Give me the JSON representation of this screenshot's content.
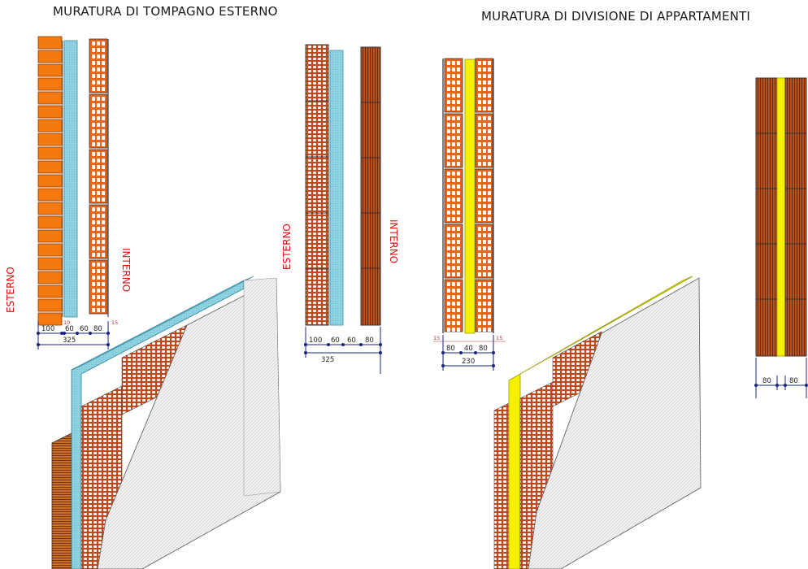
{
  "titles": {
    "left": "MURATURA DI TOMPAGNO ESTERNO",
    "right": "MURATURA DI DIVISIONE DI APPARTAMENTI"
  },
  "labels": {
    "esterno": "ESTERNO",
    "interno": "INTERNO"
  },
  "tompagno_a": {
    "dims": [
      "100",
      "10",
      "60",
      "60",
      "80",
      "15"
    ],
    "total": "325"
  },
  "tompagno_b": {
    "dims": [
      "100",
      "60",
      "60",
      "80"
    ],
    "total": "325"
  },
  "divisione_a": {
    "dims": [
      "15",
      "80",
      "40",
      "80",
      "15"
    ],
    "total": "230"
  },
  "divisione_b": {
    "dims": [
      "80",
      "80"
    ]
  },
  "colors": {
    "brick_orange": "#f47a10",
    "terracotta": "#b5531f",
    "insulation_blue": "#8fd3e3",
    "insulation_yellow": "#f5f000",
    "plaster": "#eeeeee",
    "dim_line": "#1a237e",
    "label_red": "#e01010"
  }
}
